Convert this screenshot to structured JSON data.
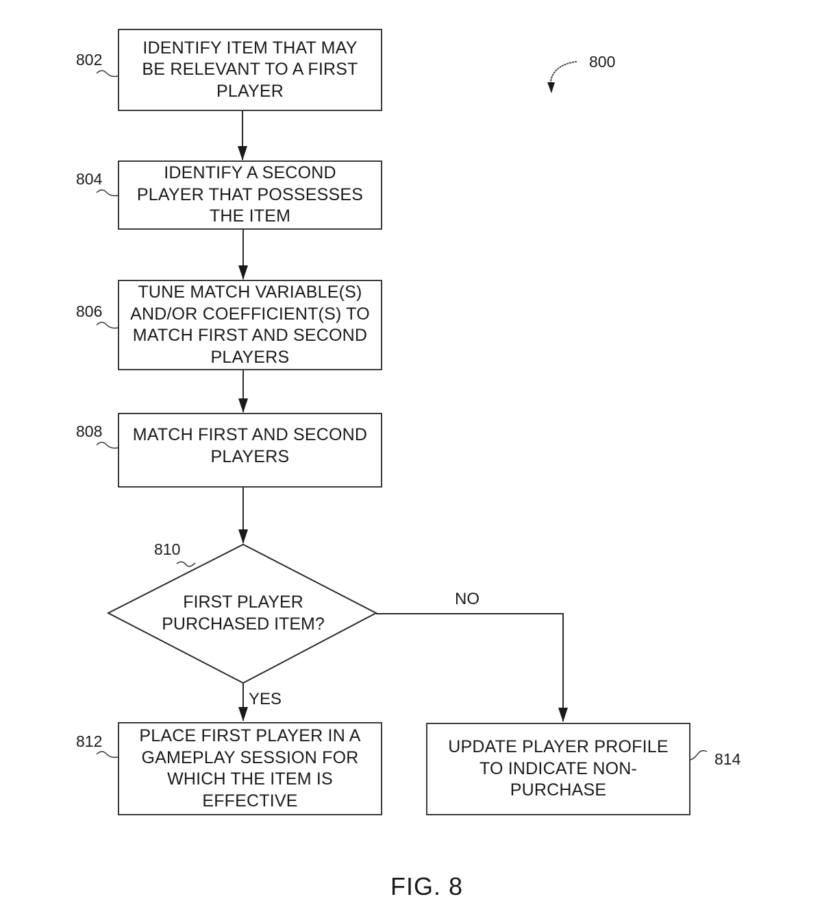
{
  "figure": {
    "number_label": "800",
    "caption": "FIG. 8"
  },
  "steps": [
    {
      "ref": "802",
      "text": "IDENTIFY ITEM THAT MAY\nBE RELEVANT TO A FIRST\nPLAYER"
    },
    {
      "ref": "804",
      "text": "IDENTIFY A SECOND\nPLAYER THAT POSSESSES\nTHE ITEM"
    },
    {
      "ref": "806",
      "text": "TUNE MATCH VARIABLE(S)\nAND/OR COEFFICIENT(S) TO\nMATCH FIRST AND SECOND\nPLAYERS"
    },
    {
      "ref": "808",
      "text": "MATCH FIRST AND SECOND\nPLAYERS"
    }
  ],
  "decision": {
    "ref": "810",
    "text": "FIRST PLAYER\nPURCHASED ITEM?",
    "yes_label": "YES",
    "no_label": "NO"
  },
  "outcomes": {
    "yes": {
      "ref": "812",
      "text": "PLACE FIRST PLAYER IN A\nGAMEPLAY SESSION FOR\nWHICH THE ITEM IS\nEFFECTIVE"
    },
    "no": {
      "ref": "814",
      "text": "UPDATE PLAYER PROFILE\nTO INDICATE NON-\nPURCHASE"
    }
  }
}
